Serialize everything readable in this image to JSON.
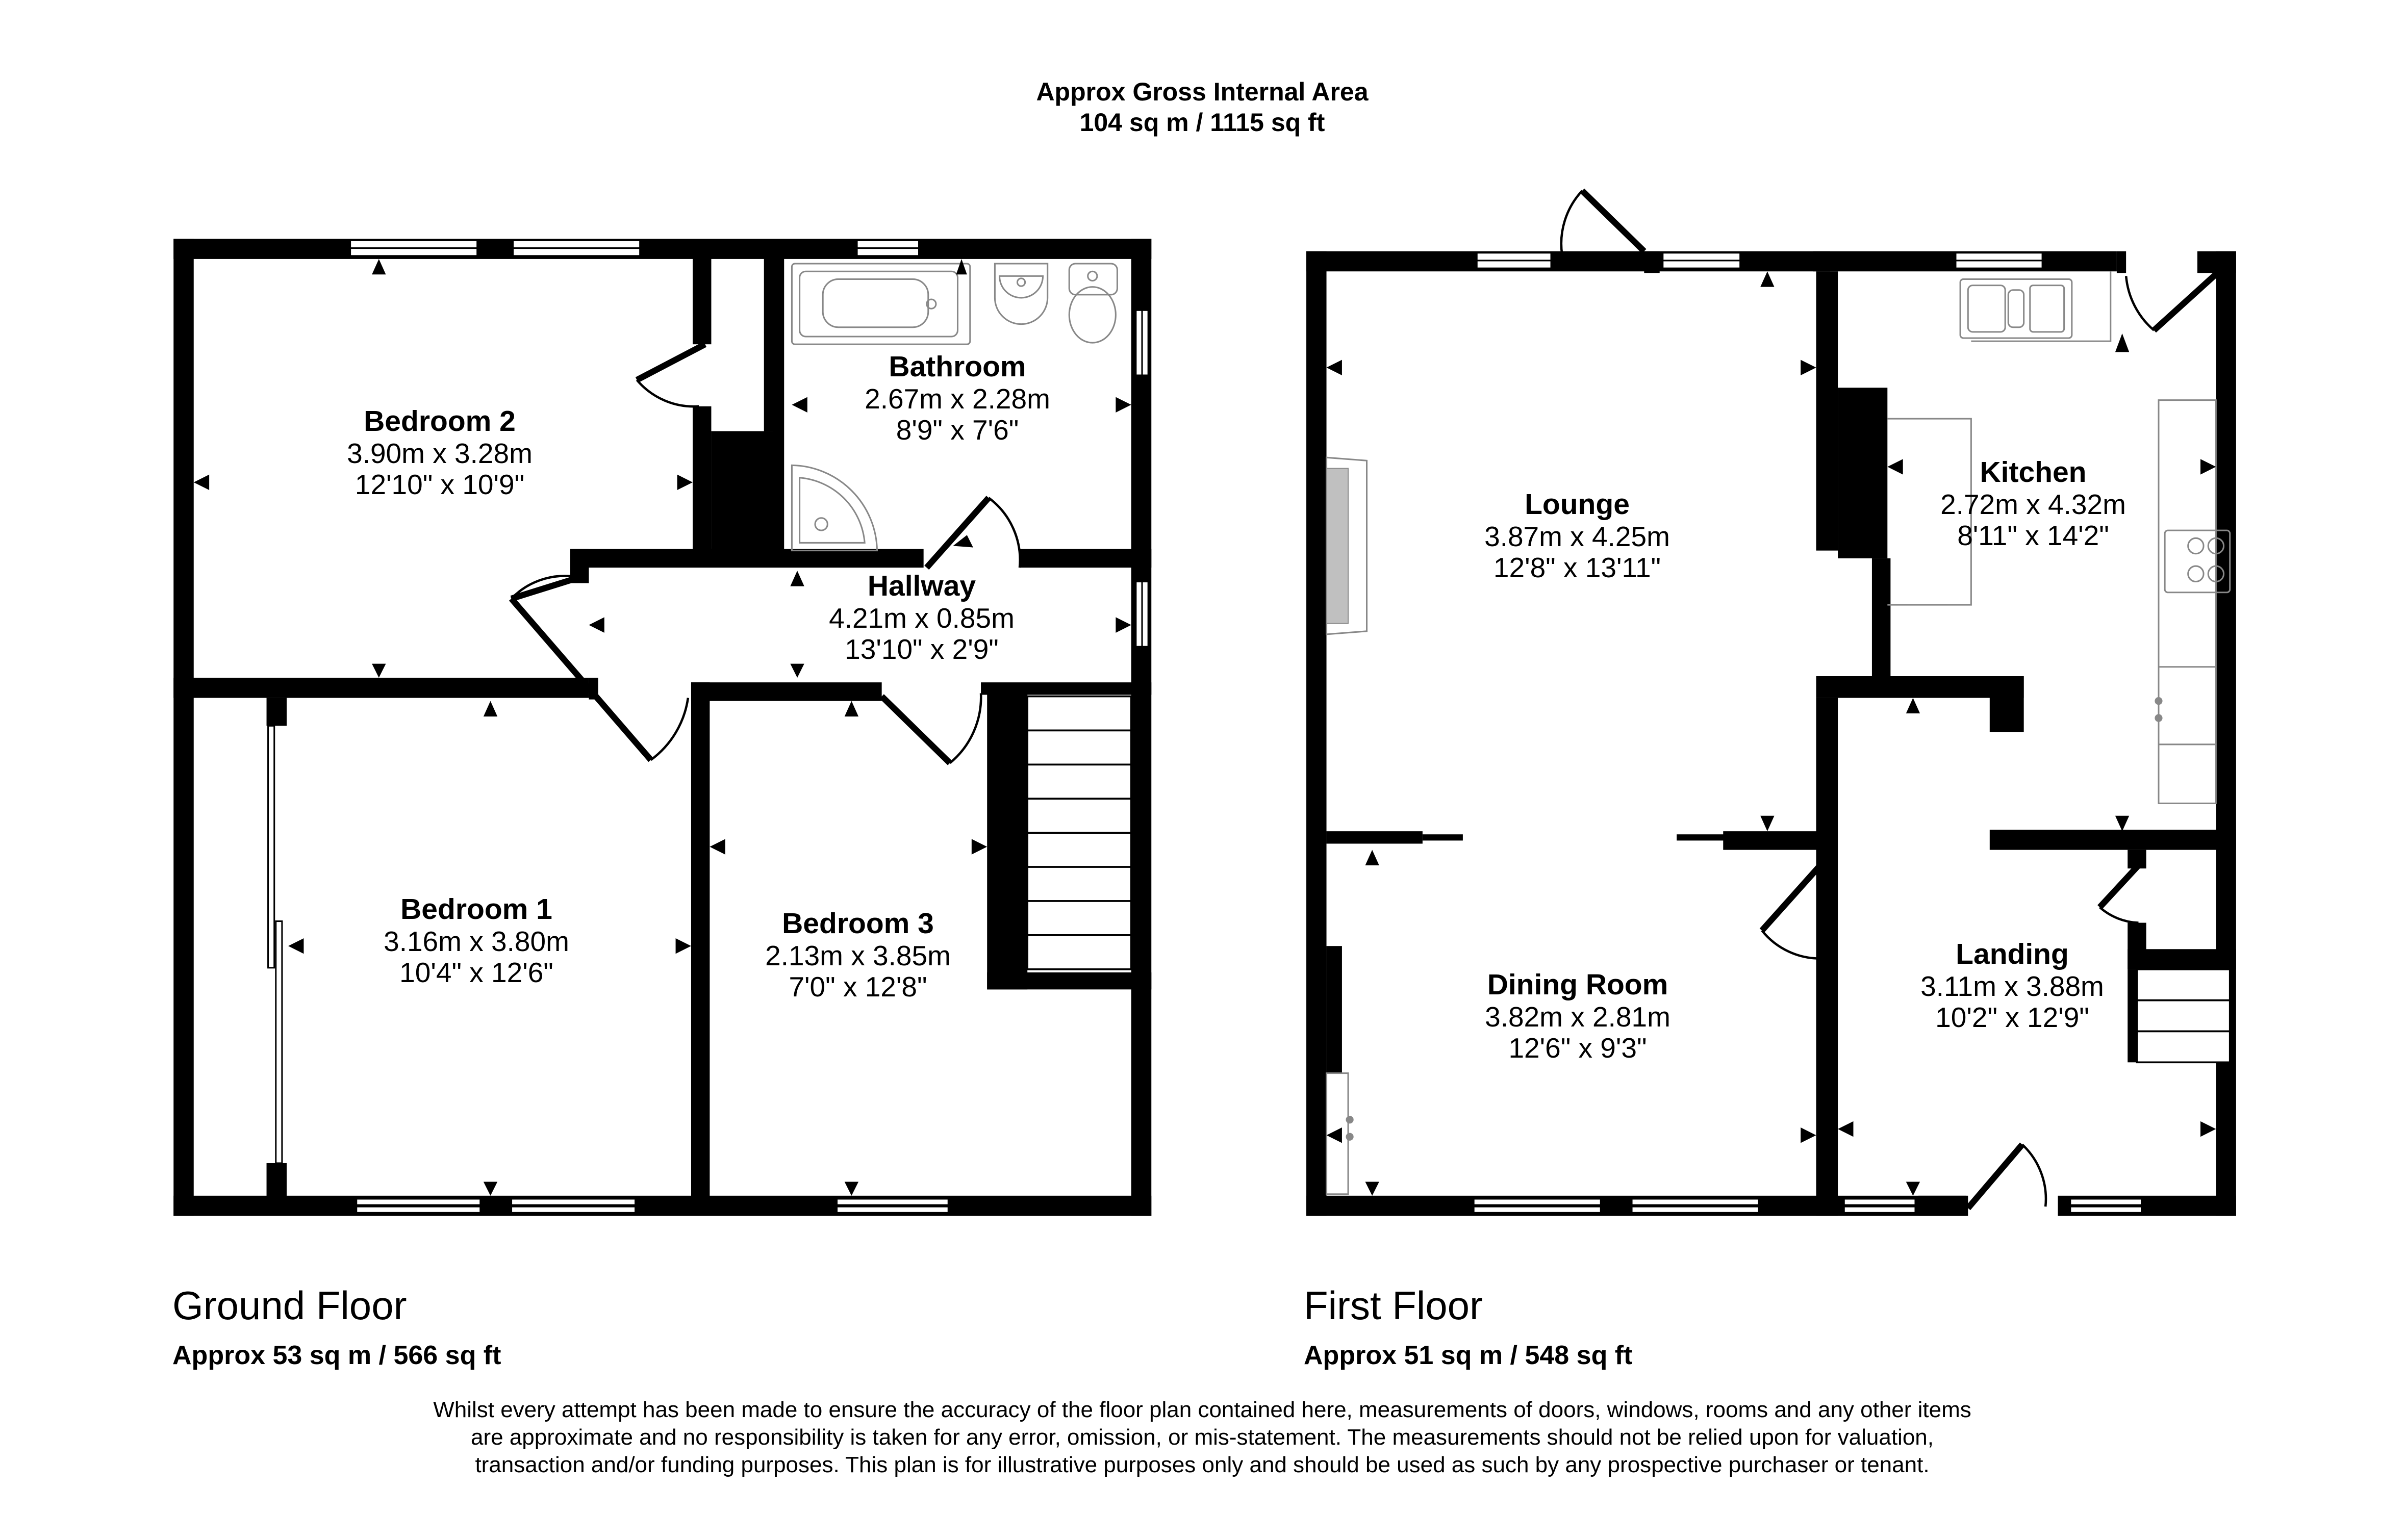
{
  "header": {
    "title": "Approx Gross Internal Area",
    "total_area": "104 sq m / 1115 sq ft"
  },
  "floors": [
    {
      "name": "Ground Floor",
      "area": "Approx 53 sq m / 566 sq ft",
      "rooms": [
        {
          "name": "Bedroom 2",
          "metric": "3.90m x 3.28m",
          "imperial": "12'10\" x 10'9\""
        },
        {
          "name": "Bathroom",
          "metric": "2.67m x 2.28m",
          "imperial": "8'9\" x 7'6\""
        },
        {
          "name": "Hallway",
          "metric": "4.21m x 0.85m",
          "imperial": "13'10\" x 2'9\""
        },
        {
          "name": "Bedroom 1",
          "metric": "3.16m x 3.80m",
          "imperial": "10'4\" x 12'6\""
        },
        {
          "name": "Bedroom 3",
          "metric": "2.13m x 3.85m",
          "imperial": "7'0\" x 12'8\""
        }
      ]
    },
    {
      "name": "First Floor",
      "area": "Approx 51 sq m / 548 sq ft",
      "rooms": [
        {
          "name": "Lounge",
          "metric": "3.87m x 4.25m",
          "imperial": "12'8\" x 13'11\""
        },
        {
          "name": "Kitchen",
          "metric": "2.72m x 4.32m",
          "imperial": "8'11\" x 14'2\""
        },
        {
          "name": "Dining Room",
          "metric": "3.82m x 2.81m",
          "imperial": "12'6\" x 9'3\""
        },
        {
          "name": "Landing",
          "metric": "3.11m x 3.88m",
          "imperial": "10'2\" x 12'9\""
        }
      ]
    }
  ],
  "disclaimer": "Whilst every attempt has been made to ensure the accuracy of the floor plan contained here, measurements of doors, windows, rooms and any other items are approximate and no responsibility is taken for any error, omission, or mis-statement. The measurements should not be relied upon for valuation, transaction and/or funding purposes. This plan is for illustrative purposes only and should be used as such by any prospective purchaser or tenant.",
  "colors": {
    "wall": "#000000",
    "background": "#ffffff",
    "fixture_outline": "#888888",
    "fireplace_fill": "#c0c0c0"
  }
}
